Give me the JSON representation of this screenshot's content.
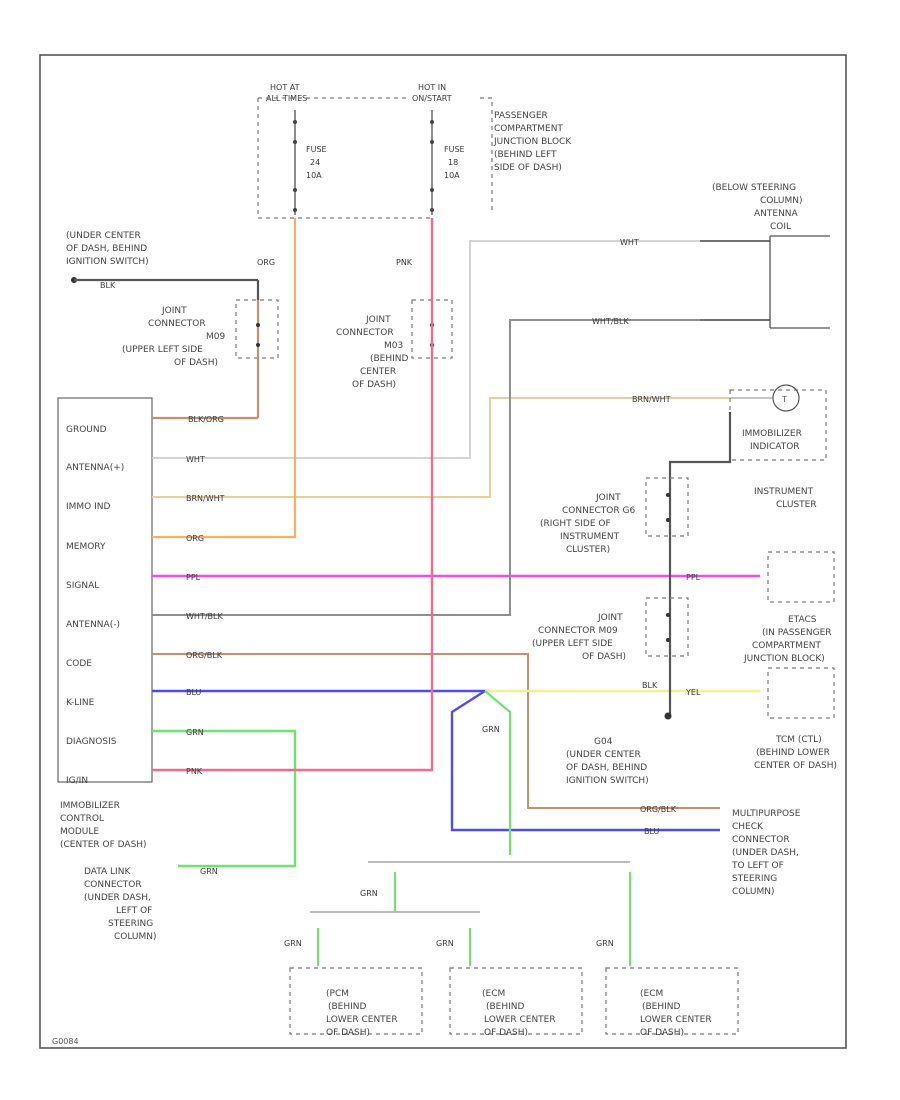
{
  "hot_at_all_times": "HOT AT ALL TIMES",
  "hot_in_on_start": "HOT IN ON/START",
  "fuse_24": [
    "FUSE",
    "24",
    "10A"
  ],
  "fuse_18": [
    "FUSE",
    "18",
    "10A"
  ],
  "passenger_jb": [
    "PASSENGER",
    "COMPARTMENT",
    "JUNCTION BLOCK",
    "(BEHIND LEFT",
    "SIDE OF DASH)"
  ],
  "antenna_coil": [
    "(BELOW STEERING",
    "COLUMN)",
    "ANTENNA",
    "COIL"
  ],
  "ground_loc": [
    "(UNDER CENTER",
    "OF DASH, BEHIND",
    "IGNITION SWITCH)"
  ],
  "joint_conn_1": [
    "JOINT",
    "CONNECTOR",
    "M09",
    "(UPPER LEFT SIDE",
    "OF DASH)"
  ],
  "joint_conn_2": [
    "JOINT",
    "CONNECTOR",
    "M03",
    "(BEHIND",
    "CENTER",
    "OF DASH)"
  ],
  "immobilizer_indicator": [
    "IMMOBILIZER",
    "INDICATOR"
  ],
  "instrument_cluster": [
    "INSTRUMENT",
    "CLUSTER"
  ],
  "joint_conn_3": [
    "JOINT",
    "CONNECTOR G6",
    "(RIGHT SIDE OF",
    "INSTRUMENT",
    "CLUSTER)"
  ],
  "joint_conn_4": [
    "JOINT",
    "CONNECTOR M09",
    "(UPPER LEFT SIDE",
    "OF DASH)"
  ],
  "etacs": [
    "ETACS",
    "(IN PASSENGER",
    "COMPARTMENT",
    "JUNCTION BLOCK)"
  ],
  "tcm": [
    "TCM (CTL)",
    "(BEHIND LOWER",
    "CENTER OF DASH)"
  ],
  "g04": [
    "G04",
    "(UNDER CENTER",
    "OF DASH, BEHIND",
    "IGNITION SWITCH)"
  ],
  "immobilizer_module": [
    "IMMOBILIZER",
    "CONTROL",
    "MODULE",
    "(CENTER OF DASH)"
  ],
  "multipurpose": [
    "MULTIPURPOSE",
    "CHECK",
    "CONNECTOR",
    "(UNDER DASH,",
    "TO LEFT OF",
    "STEERING",
    "COLUMN)"
  ],
  "data_link": [
    "DATA LINK",
    "CONNECTOR",
    "(UNDER DASH,",
    "LEFT OF",
    "STEERING",
    "COLUMN)"
  ],
  "pcm1": [
    "(PCM",
    "(BEHIND",
    "LOWER CENTER",
    "OF DASH)"
  ],
  "pcm2": [
    "(ECM",
    "(BEHIND",
    "LOWER CENTER",
    "OF DASH)"
  ],
  "pcm3": [
    "(ECM",
    "(BEHIND",
    "LOWER CENTER",
    "OF DASH)"
  ],
  "module_pins": [
    "GROUND",
    "ANTENNA(+)",
    "IMMO IND",
    "MEMORY",
    "SIGNAL",
    "ANTENNA(-)",
    "CODE",
    "K-LINE",
    "DIAGNOSIS",
    "IG/IN"
  ],
  "wire_colors": {
    "grn": "GRN",
    "org": "ORG",
    "pnk": "PNK",
    "wht": "WHT",
    "wht_blk": "WHT/BLK",
    "brn_wht": "BRN/WHT",
    "blk_org": "BLK/ORG",
    "ppl": "PPL",
    "org_blk": "ORG/BLK",
    "blu": "BLU",
    "yel": "YEL",
    "blk": "BLK"
  },
  "colors": {
    "orange": "#f7b06b",
    "pink": "#f06a8e",
    "magenta": "#ec4fe6",
    "blue": "#4c4cf0",
    "green": "#6fe36f",
    "yellow": "#f3f090",
    "tan": "#e6cf9a",
    "brown": "#c49070",
    "gray": "#8e8e8e",
    "lightgray": "#cfcfcf",
    "dark": "#444444"
  },
  "footer_code": "G0084"
}
